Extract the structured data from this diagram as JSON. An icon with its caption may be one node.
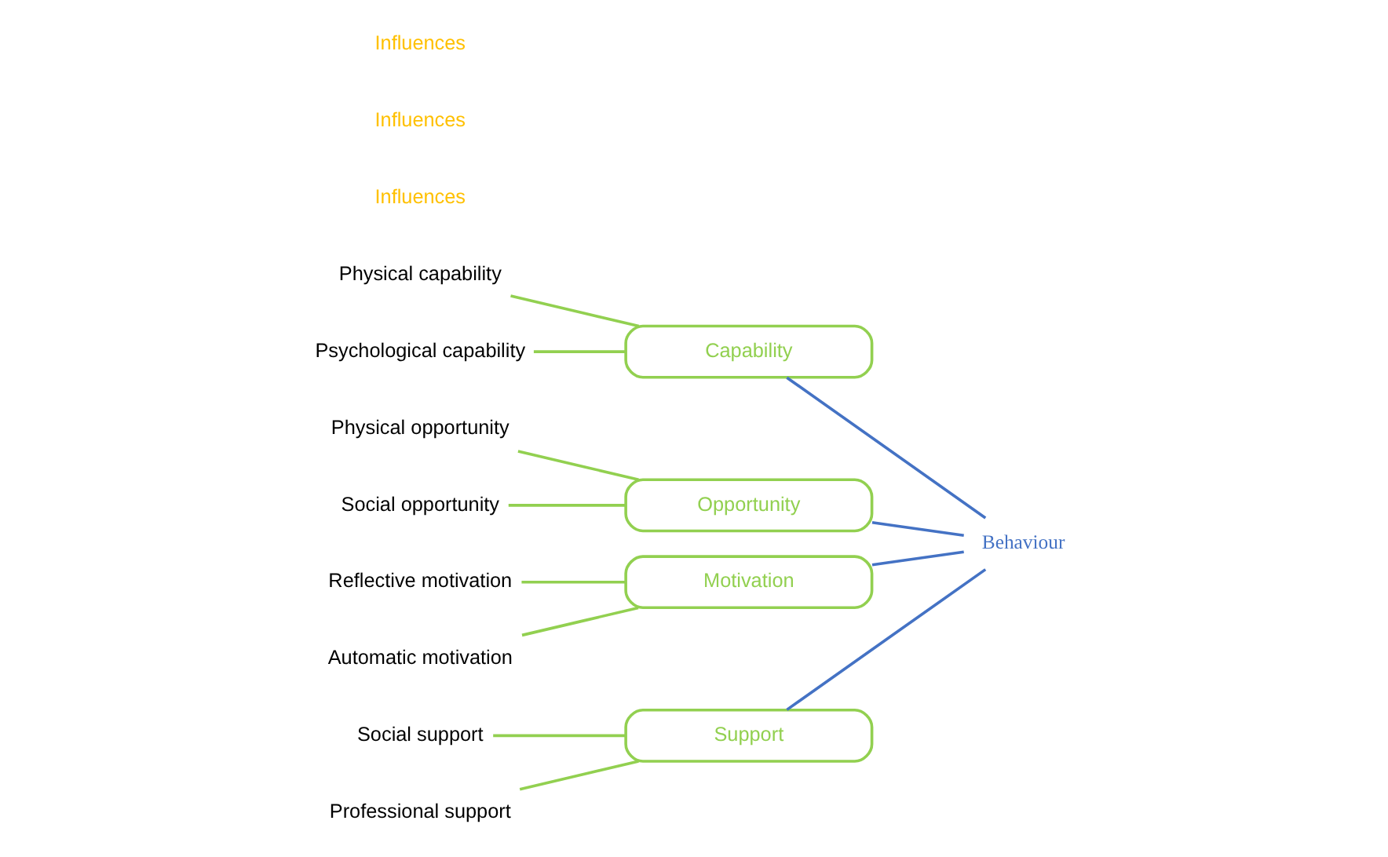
{
  "diagram": {
    "nodes": [
      {
        "text": [
          "Physical capability"
        ]
      },
      {
        "text": [
          "Psychological capability"
        ]
      },
      {
        "text": [
          "Capability"
        ]
      },
      {
        "text": [
          "Physical opportunity"
        ]
      },
      {
        "text": [
          "Social opportunity"
        ]
      },
      {
        "text": [
          "Opportunity"
        ]
      },
      {
        "text": [
          "Reflective motivation"
        ]
      },
      {
        "text": [
          "Automatic motivation"
        ]
      },
      {
        "text": [
          "Motivation"
        ]
      },
      {
        "text": [
          "Social support"
        ]
      },
      {
        "text": [
          "Professional support"
        ]
      },
      {
        "text": [
          "Support"
        ]
      },
      {
        "text": [
          "Behaviour"
        ]
      }
    ],
    "edges": [
      {
        "from": 0,
        "to": 2,
        "arrow": "none"
      },
      {
        "from": 1,
        "to": 2,
        "arrow": "none"
      },
      {
        "from": 3,
        "to": 5,
        "arrow": "none"
      },
      {
        "from": 4,
        "to": 5,
        "arrow": "none"
      },
      {
        "from": 6,
        "to": 8,
        "arrow": "none"
      },
      {
        "from": 7,
        "to": 8,
        "arrow": "none"
      },
      {
        "from": 9,
        "to": 11,
        "arrow": "none"
      },
      {
        "from": 10,
        "to": 11,
        "arrow": "none"
      },
      {
        "from": 2,
        "to": 12,
        "arrow": "none",
        "color": "#4472c4"
      },
      {
        "from": 5,
        "to": 12,
        "arrow": "none",
        "color": "#4472c4"
      },
      {
        "from": 8,
        "to": 12,
        "arrow": "none",
        "color": "#4472c4"
      },
      {
        "from": 11,
        "to": 12,
        "arrow": "none",
        "color": "#4472c4"
      }
    ],
    "labels": [
      "Influences",
      "Influences",
      "Influences"
    ]
  }
}
